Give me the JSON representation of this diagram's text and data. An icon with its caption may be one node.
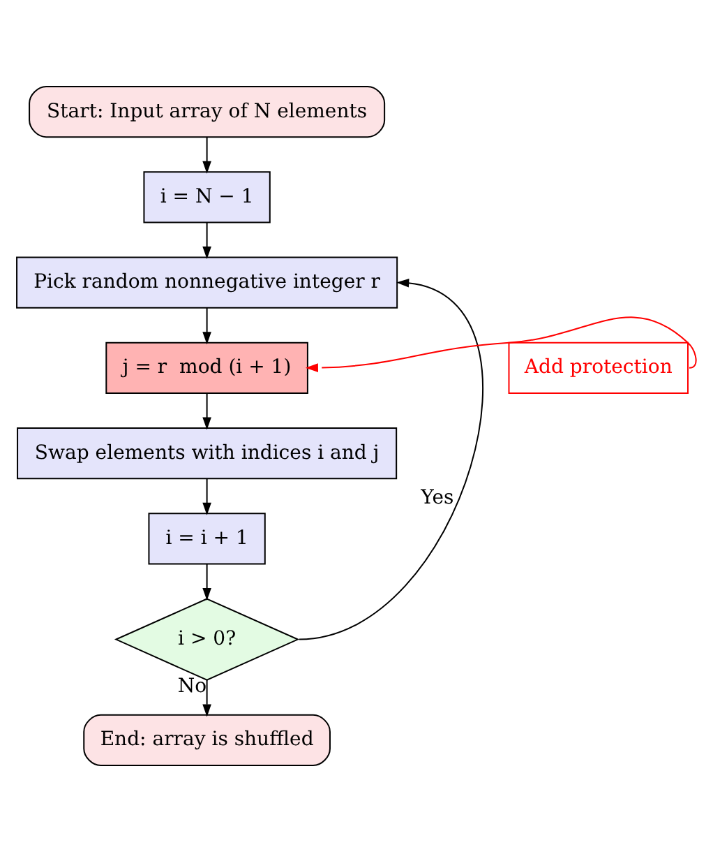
{
  "diagram": {
    "nodes": [
      {
        "text": [
          "Start: Input array of N elements"
        ]
      },
      {
        "text": [
          "i = N − 1"
        ]
      },
      {
        "text": [
          "Pick random nonnegative integer r"
        ]
      },
      {
        "text": [
          "j = r  mod (i + 1)"
        ]
      },
      {
        "text": [
          "Swap elements with indices i and j"
        ]
      },
      {
        "text": [
          "i = i + 1"
        ]
      },
      {
        "text": [
          "i > 0?"
        ]
      },
      {
        "text": [
          "End: array is shuffled"
        ]
      },
      {
        "text": [
          "Add protection"
        ]
      }
    ],
    "edges": [
      {
        "from": 0,
        "to": 1,
        "arrow": "to"
      },
      {
        "from": 1,
        "to": 2,
        "arrow": "to"
      },
      {
        "from": 2,
        "to": 3,
        "arrow": "to"
      },
      {
        "from": 3,
        "to": 4,
        "arrow": "to"
      },
      {
        "from": 4,
        "to": 5,
        "arrow": "to"
      },
      {
        "from": 5,
        "to": 6,
        "arrow": "to"
      },
      {
        "from": 6,
        "to": 2,
        "arrow": "to",
        "label": "Yes"
      },
      {
        "from": 6,
        "to": 7,
        "arrow": "to",
        "label": "No"
      },
      {
        "from": 8,
        "to": 3,
        "arrow": "to",
        "color": "#ff0000"
      }
    ]
  }
}
